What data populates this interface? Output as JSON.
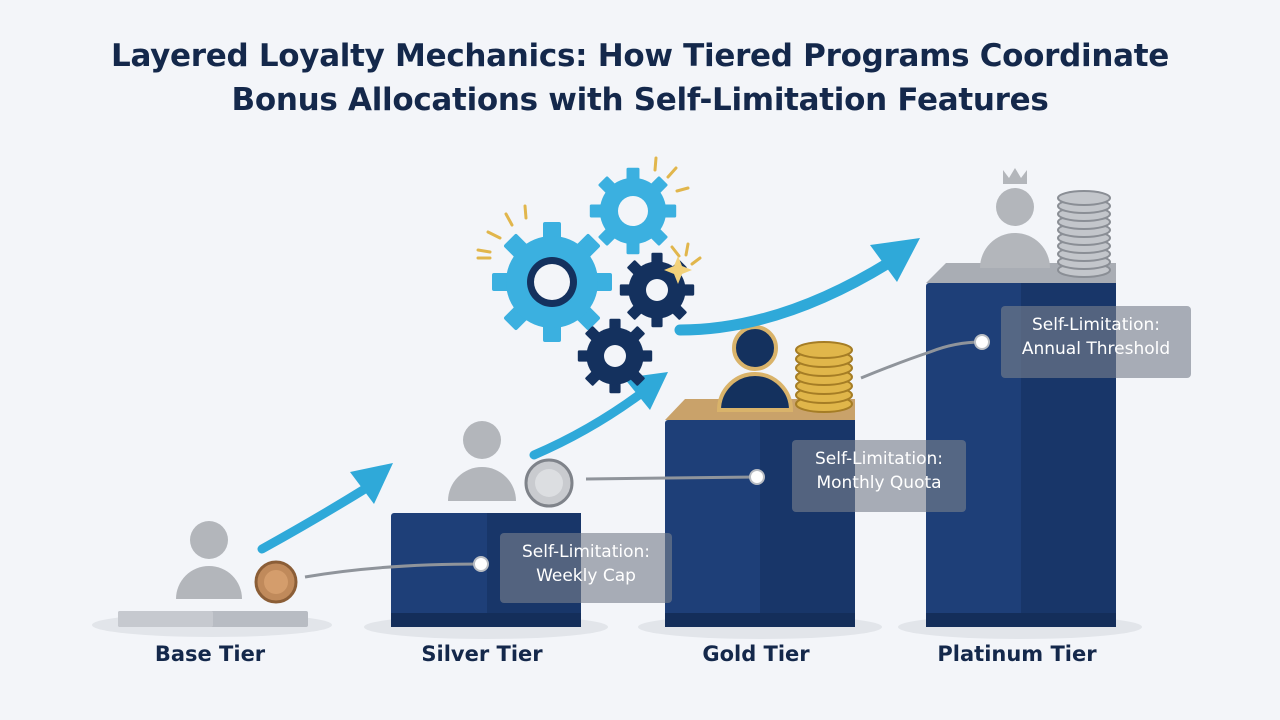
{
  "title": {
    "line1": "Layered Loyalty Mechanics: How Tiered Programs Coordinate",
    "line2": "Bonus Allocations with Self-Limitation Features"
  },
  "tiers": [
    {
      "label": "Base Tier"
    },
    {
      "label": "Silver Tier"
    },
    {
      "label": "Gold Tier"
    },
    {
      "label": "Platinum Tier"
    }
  ],
  "callouts": [
    {
      "line1": "Self-Limitation:",
      "line2": "Weekly Cap"
    },
    {
      "line1": "Self-Limitation:",
      "line2": "Monthly Quota"
    },
    {
      "line1": "Self-Limitation:",
      "line2": "Annual Threshold"
    }
  ],
  "colors": {
    "title": "#14284b",
    "block": "#1e3f78",
    "block_dark": "#163366",
    "arrow": "#2fa9d9",
    "gear_light": "#3bb0e0",
    "gear_dark": "#14315e",
    "person_gray": "#b3b6bb",
    "coin_bronze": "#c08a5b",
    "coin_silver": "#c9cbcf",
    "coin_gold": "#e0b64a",
    "coin_platinum": "#bfc3c8"
  },
  "icons": [
    "person-icon",
    "coin-icon",
    "coin-stack-icon",
    "gear-icon",
    "crown-icon",
    "sparkle-icon",
    "arrow-icon"
  ]
}
